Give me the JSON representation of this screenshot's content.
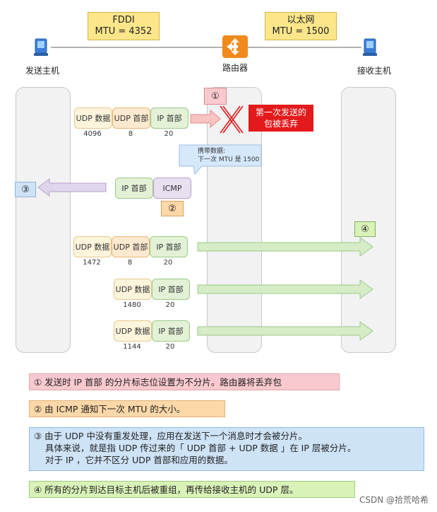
{
  "links": {
    "left_mtu": {
      "name": "FDDI",
      "value": "MTU = 4352"
    },
    "right_mtu": {
      "name": "以太网",
      "value": "MTU = 1500"
    }
  },
  "hosts": {
    "sender": "发送主机",
    "router": "路由器",
    "receiver": "接收主机"
  },
  "row1": {
    "udp_data": "UDP 数据",
    "udp_header": "UDP 首部",
    "ip_header": "IP 首部",
    "n1": "4096",
    "n2": "8",
    "n3": "20"
  },
  "drop_label": "第一次发送的\n包被丢弃",
  "callout": "携带数据:\n下一次 MTU 是 1500",
  "icmp_row": {
    "ip_header": "IP 首部",
    "icmp": "ICMP"
  },
  "frag1": {
    "udp_data": "UDP 数据",
    "udp_header": "UDP 首部",
    "ip_header": "IP 首部",
    "n1": "1472",
    "n2": "8",
    "n3": "20"
  },
  "frag2": {
    "udp_data": "UDP 数据",
    "ip_header": "IP 首部",
    "n1": "1480",
    "n3": "20"
  },
  "frag3": {
    "udp_data": "UDP 数据",
    "ip_header": "IP 首部",
    "n1": "1144",
    "n3": "20"
  },
  "markers": {
    "m1": "①",
    "m2": "②",
    "m3": "③",
    "m4": "④"
  },
  "notes": {
    "n1": "① 发送时 IP 首部 的分片标志位设置为不分片。路由器将丢弃包",
    "n2": "② 由 ICMP 通知下一次 MTU 的大小。",
    "n3_l1": "③ 由于 UDP 中没有重发处理，应用在发送下一个消息时才会被分片。",
    "n3_l2": "具体来说，就是指 UDP 传过来的「 UDP 首部 + UDP 数据 」在 IP 层被分片。",
    "n3_l3": "对于 IP ，它并不区分 UDP 首部和应用的数据。",
    "n4": "④ 所有的分片到达目标主机后被重组，再传给接收主机的 UDP 层。"
  },
  "watermark": "CSDN @拾荒哈希",
  "colors": {
    "mtu_bg": "#fde68a",
    "drop_red": "#e31a1c",
    "note1_bg": "#f9c9cf",
    "note2_bg": "#fcd7a8",
    "note3_bg": "#cfe3f7",
    "note4_bg": "#d9f2b8",
    "arrow_green": "#d6ecc7",
    "arrow_purple": "#e0d6ec",
    "arrow_red": "#f7c3c3"
  },
  "icons": {
    "sender": "computer-icon",
    "router": "router-icon",
    "receiver": "computer-icon"
  }
}
